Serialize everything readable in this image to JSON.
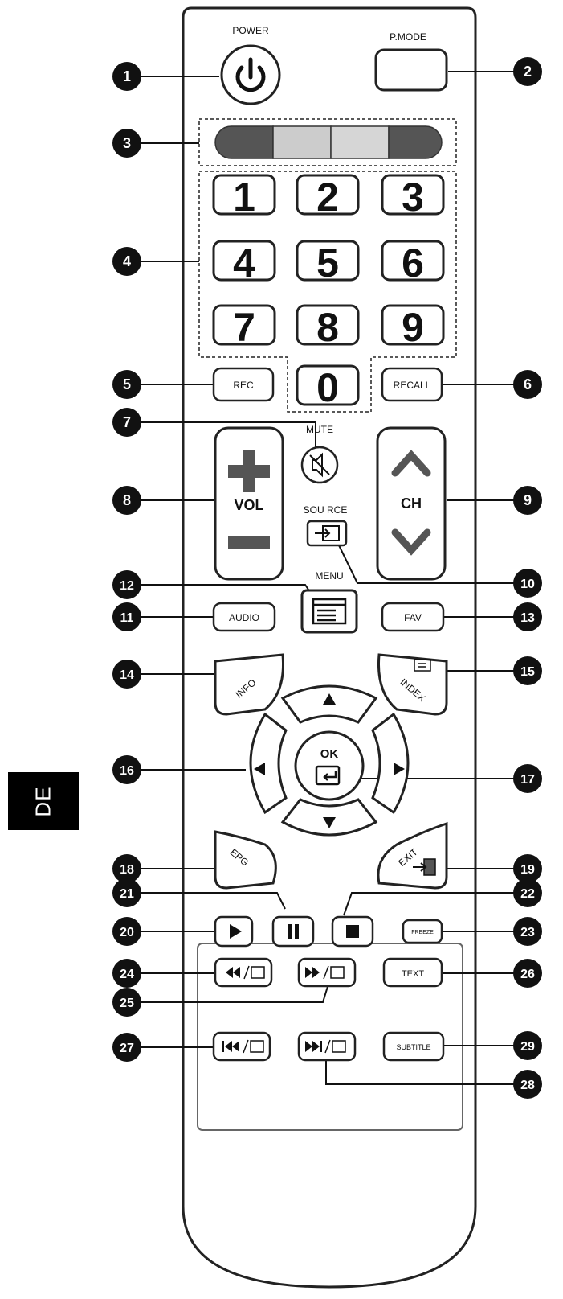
{
  "side_tab": "DE",
  "labels": {
    "power": "POWER",
    "pmode": "P.MODE",
    "mute": "MUTE",
    "source": "SOU RCE",
    "menu": "MENU"
  },
  "buttons": {
    "digits": [
      "1",
      "2",
      "3",
      "4",
      "5",
      "6",
      "7",
      "8",
      "9",
      "0"
    ],
    "rec": "REC",
    "recall": "RECALL",
    "vol": "VOL",
    "ch": "CH",
    "audio": "AUDIO",
    "fav": "FAV",
    "info": "INFO",
    "index": "INDEX",
    "ok": "OK",
    "epg": "EPG",
    "exit": "EXIT",
    "freeze": "FREEZE",
    "text": "TEXT",
    "subtitle": "SUBTITLE"
  },
  "callouts": [
    "1",
    "2",
    "3",
    "4",
    "5",
    "6",
    "7",
    "8",
    "9",
    "10",
    "11",
    "12",
    "13",
    "14",
    "15",
    "16",
    "17",
    "18",
    "19",
    "20",
    "21",
    "22",
    "23",
    "24",
    "25",
    "26",
    "27",
    "28",
    "29"
  ],
  "colors": {
    "ink": "#111111",
    "button_gray": "#555555",
    "light_gray": "#c8c8c8",
    "outline": "#222222"
  }
}
